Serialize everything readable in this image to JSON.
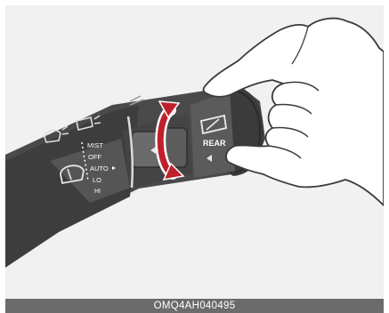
{
  "stalk": {
    "labels": {
      "mist": "MIST",
      "off": "OFF",
      "auto": "AUTO",
      "lo": "LO",
      "hi": "HI",
      "rear": "REAR"
    },
    "icons": [
      "front-washer-icon",
      "rear-washer-icon",
      "front-wiper-icon",
      "rear-wiper-icon",
      "rotation-arrow-icon",
      "hand-icon"
    ]
  },
  "caption": {
    "code": "OMQ4AH040495"
  },
  "colors": {
    "background": "#f1f1f1",
    "stalk_body": "#4a4a4a",
    "stalk_dark": "#2e2e2e",
    "rotation_arrow": "#c0202a",
    "caption_bar": "#6b6b6b",
    "hand_outline": "#3a3a3a"
  }
}
